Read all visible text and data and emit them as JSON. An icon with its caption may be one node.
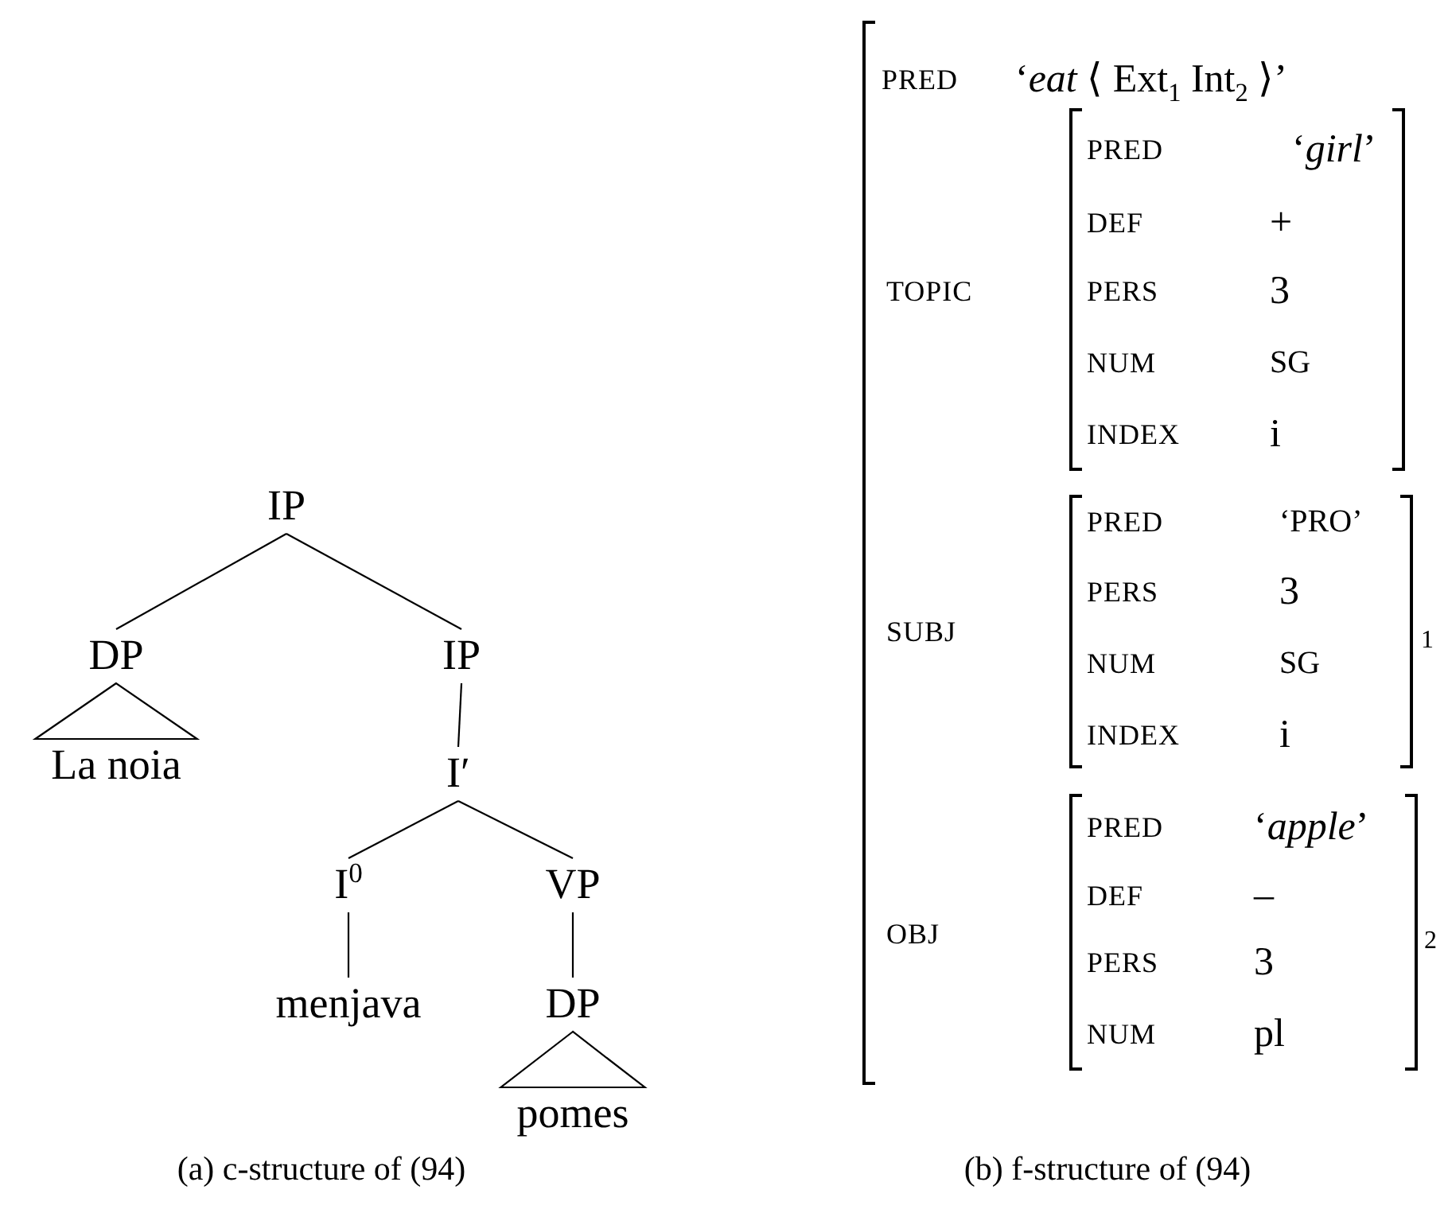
{
  "diagram": {
    "nodes": [
      {
        "text": [
          "IP"
        ]
      },
      {
        "text": [
          "DP"
        ]
      },
      {
        "text": [
          "IP"
        ]
      },
      {
        "text": [
          "La noia"
        ]
      },
      {
        "text": [
          "I′"
        ]
      },
      {
        "text": [
          "I$^{0}$"
        ]
      },
      {
        "text": [
          "VP"
        ]
      },
      {
        "text": [
          "menjava"
        ]
      },
      {
        "text": [
          "DP"
        ]
      },
      {
        "text": [
          "pomes"
        ]
      }
    ],
    "edges": [
      {
        "from": 0,
        "to": 1,
        "arrow": "none"
      },
      {
        "from": 0,
        "to": 2,
        "arrow": "none"
      },
      {
        "from": 1,
        "to": 3,
        "arrow": "none"
      },
      {
        "from": 2,
        "to": 4,
        "arrow": "none"
      },
      {
        "from": 4,
        "to": 5,
        "arrow": "none"
      },
      {
        "from": 4,
        "to": 6,
        "arrow": "none"
      },
      {
        "from": 5,
        "to": 7,
        "arrow": "none"
      },
      {
        "from": 6,
        "to": 8,
        "arrow": "none"
      },
      {
        "from": 8,
        "to": 9,
        "arrow": "none"
      }
    ],
    "labels": [
      "PRED",
      "‘*eat* ⟨ Ext$_{1}$ Int$_{2}$ ⟩’",
      "PRED",
      "‘*girl*’",
      "DEF",
      "+",
      "TOPIC",
      "PERS",
      "3",
      "NUM",
      "SG",
      "INDEX",
      "i",
      "PRED",
      "‘PRO’",
      "PERS",
      "3",
      "SUBJ",
      "NUM",
      "SG",
      "INDEX",
      "i",
      "1",
      "PRED",
      "‘*apple*’",
      "DEF",
      "–",
      "OBJ",
      "PERS",
      "3",
      "NUM",
      "pl",
      "2",
      "(a) c-structure of (94)",
      "(b) f-structure of (94)"
    ]
  }
}
